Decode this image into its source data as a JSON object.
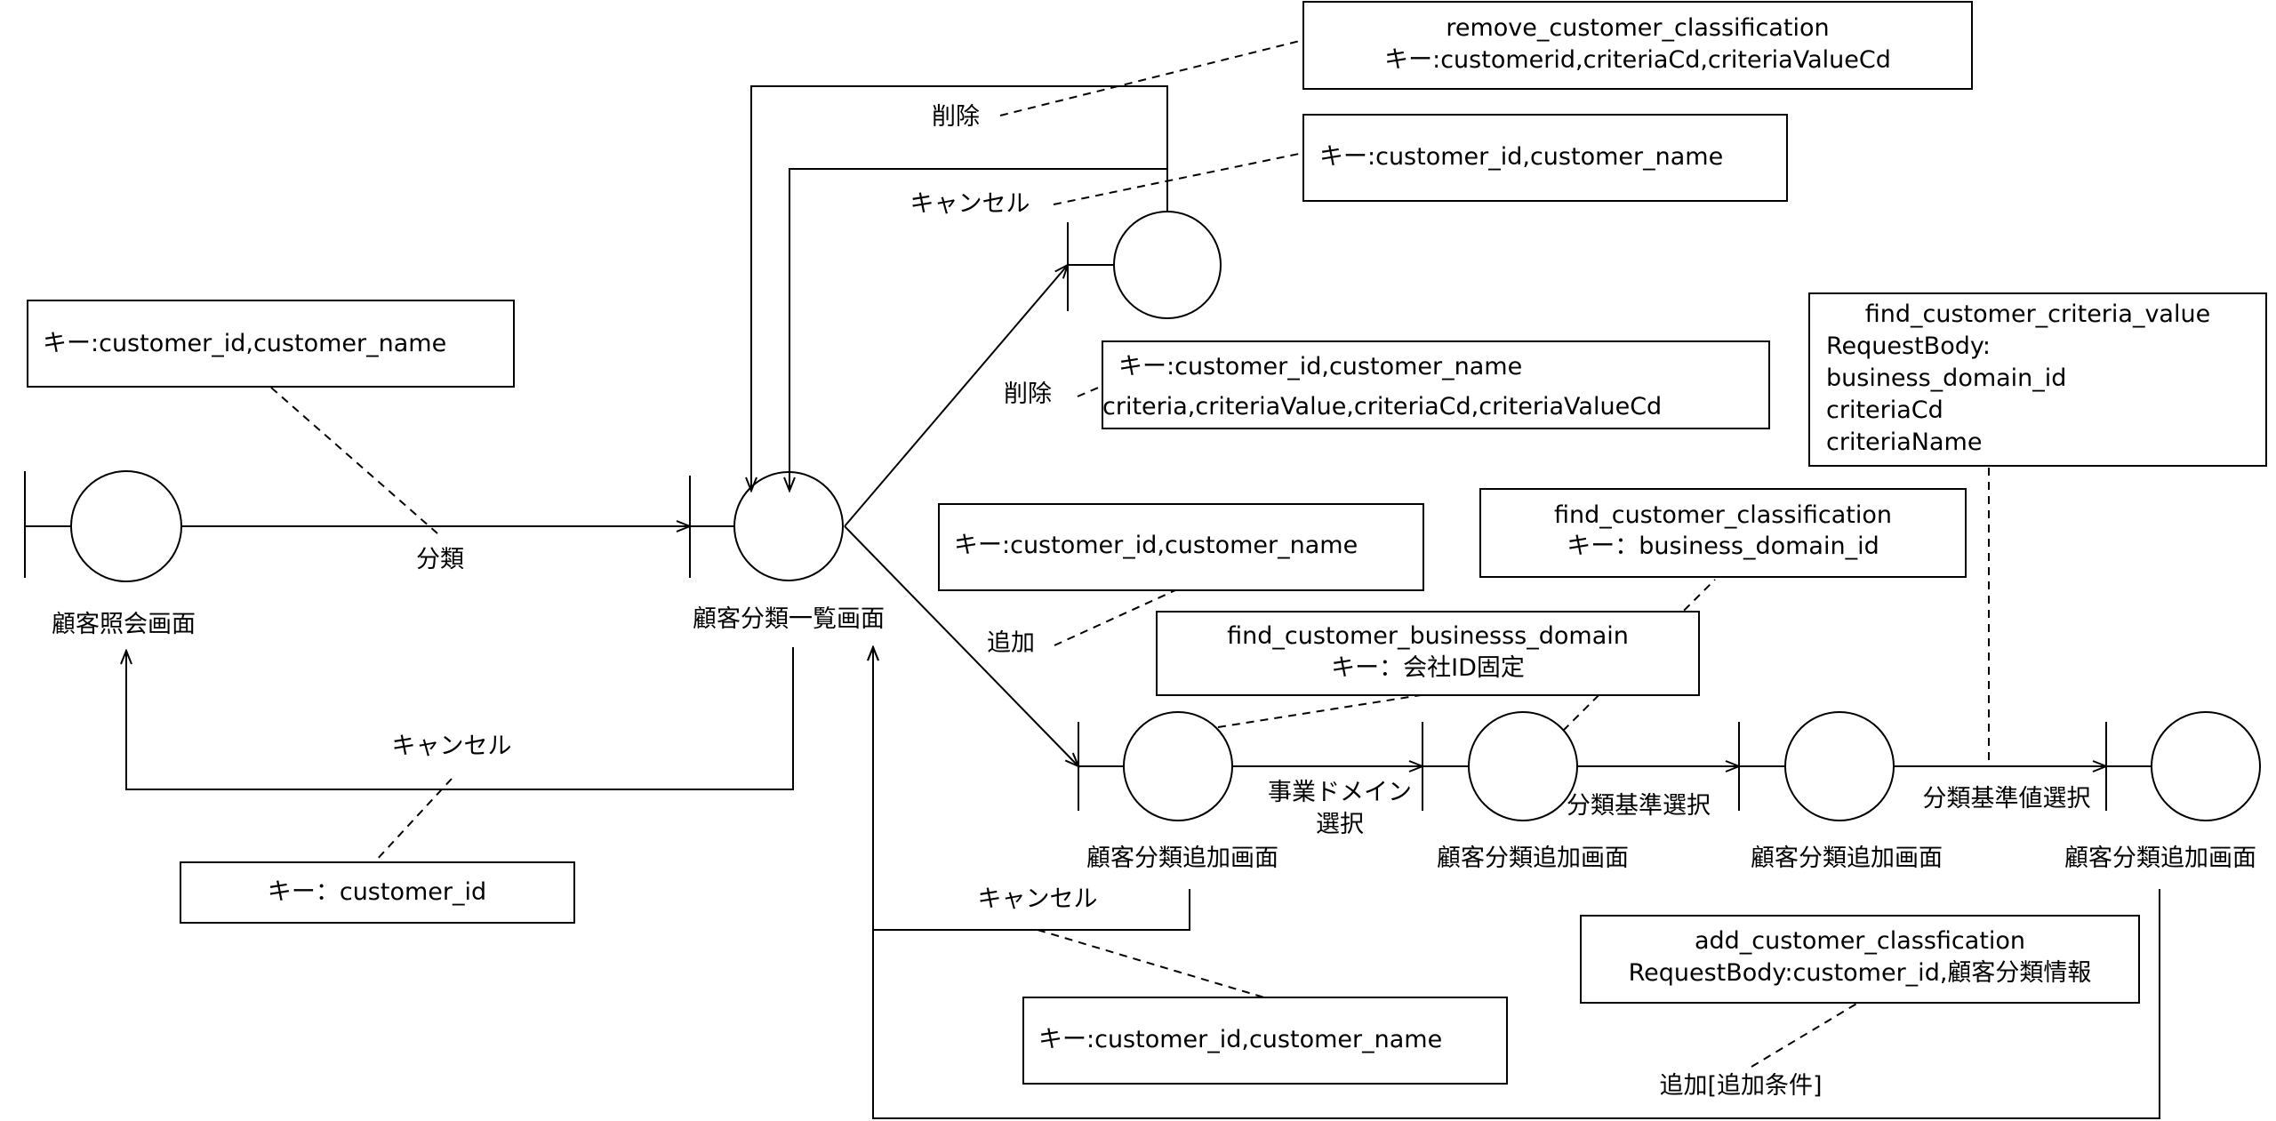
{
  "screens": {
    "customer_inquiry": "顧客照会画面",
    "classification_list": "顧客分類一覧画面",
    "add_screen_1": "顧客分類追加画面",
    "add_screen_2": "顧客分類追加画面",
    "add_screen_3": "顧客分類追加画面",
    "add_screen_4": "顧客分類追加画面"
  },
  "transitions": {
    "classify": "分類",
    "cancel_to_inquiry": "キャンセル",
    "delete_top": "削除",
    "cancel_top": "キャンセル",
    "delete_mid": "削除",
    "add": "追加",
    "select_domain_line1": "事業ドメイン",
    "select_domain_line2": "選択",
    "select_criteria": "分類基準選択",
    "select_criteria_value": "分類基準値選択",
    "cancel_bottom": "キャンセル",
    "add_with_condition": "追加[追加条件]"
  },
  "notes": {
    "inquiry_key": "キー:customer_id,customer_name",
    "cancel_key": "キー：customer_id",
    "remove_title": "remove_customer_classification",
    "remove_key": "キー:customerid,criteriaCd,criteriaValueCd",
    "cancel_top_key": "キー:customer_id,customer_name",
    "delete_key_line1": "キー:customer_id,customer_name",
    "delete_key_line2": "criteria,criteriaValue,criteriaCd,criteriaValueCd",
    "add_key": "キー:customer_id,customer_name",
    "find_class_title": "find_customer_classification",
    "find_class_key": "キー：business_domain_id",
    "find_domain_title": "find_customer_businesss_domain",
    "find_domain_key": "キー：会社ID固定",
    "find_value_title": "find_customer_criteria_value",
    "find_value_line1": "RequestBody:",
    "find_value_line2": "business_domain_id",
    "find_value_line3": "criteriaCd",
    "find_value_line4": "criteriaName",
    "add_cls_title": "add_customer_classfication",
    "add_cls_body": "RequestBody:customer_id,顧客分類情報",
    "cancel_bottom_key": "キー:customer_id,customer_name"
  }
}
